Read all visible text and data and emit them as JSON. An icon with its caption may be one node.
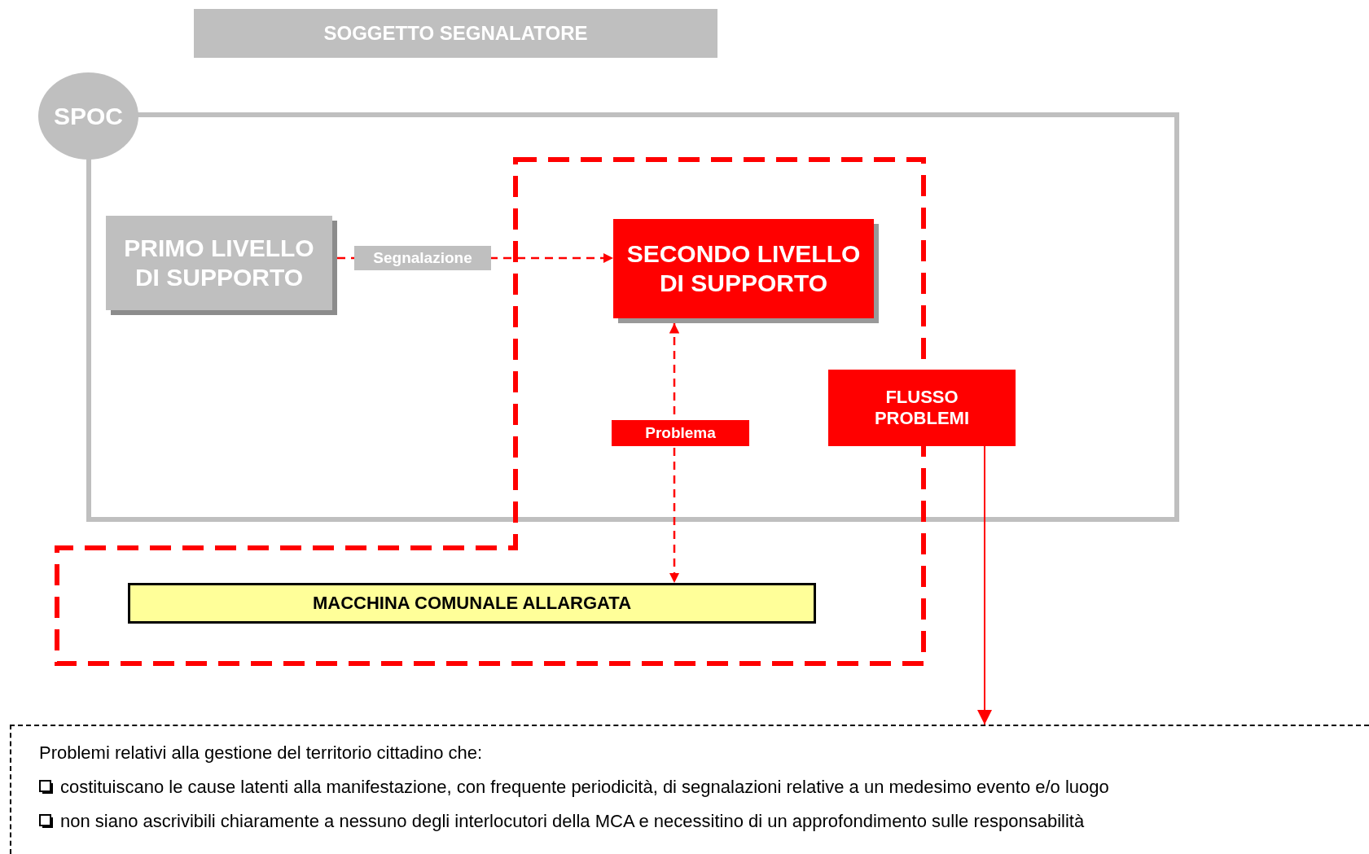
{
  "diagram": {
    "nodes": [
      {
        "text": [
          "SOGGETTO SEGNALATORE"
        ]
      },
      {
        "text": [
          "SPOC"
        ]
      },
      {
        "text": [],
        "shape": "box"
      },
      {
        "text": [
          "PRIMO LIVELLO DI SUPPORTO"
        ],
        "in": 2
      },
      {
        "text": [
          "SECONDO LIVELLO DI SUPPORTO"
        ],
        "in": 2
      },
      {
        "text": [
          "FLUSSO PROBLEMI"
        ],
        "in": 2
      },
      {
        "text": [
          "MACCHINA COMUNALE ALLARGATA"
        ]
      },
      {
        "text": [
          "Problemi relativi alla gestione del territorio cittadino che:",
          "costituiscano le cause latenti alla manifestazione, con frequente periodicità, di segnalazioni relative a un medesimo evento e/o luogo",
          "non siano ascrivibili chiaramente a nessuno degli interlocutori della MCA e necessitino di un approfondimento sulle responsabilità"
        ]
      }
    ],
    "edges": [
      {
        "from": 3,
        "to": 4,
        "arrow": "to",
        "label": "Segnalazione",
        "style": "dashed"
      },
      {
        "from": 4,
        "to": 6,
        "arrow": "both",
        "label": "Problema",
        "style": "dashed"
      },
      {
        "from": 5,
        "to": 7,
        "arrow": "to"
      }
    ]
  }
}
